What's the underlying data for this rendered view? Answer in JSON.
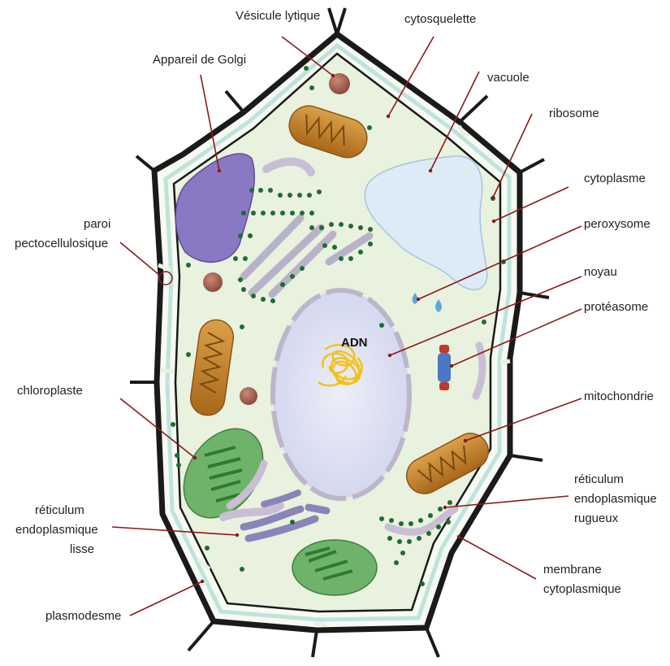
{
  "labels": {
    "vesicule": "Vésicule lytique",
    "cytosquelette": "cytosquelette",
    "golgi": "Appareil de Golgi",
    "vacuole": "vacuole",
    "ribosome": "ribosome",
    "cytoplasme": "cytoplasme",
    "paroi_1": "paroi",
    "paroi_2": "pectocellulosique",
    "peroxysome": "peroxysome",
    "noyau": "noyau",
    "proteasome": "protéasome",
    "adn": "ADN",
    "chloroplaste": "chloroplaste",
    "mitochondrie": "mitochondrie",
    "rel_1": "réticulum",
    "rel_2": "endoplasmique",
    "rel_3": "lisse",
    "rer_1": "réticulum",
    "rer_2": "endoplasmique",
    "rer_3": "rugueux",
    "membrane_1": "membrane",
    "membrane_2": "cytoplasmique",
    "plasmodesme": "plasmodesme"
  },
  "colors": {
    "cytoplasm": "#e9f1df",
    "wall": "#1a1a1a",
    "wall_inner": "#bfe3dc",
    "leader": "#8b1a1a",
    "golgi": "#8a78c4",
    "mitochondria": "#c98a2e",
    "vacuole": "#dcebf6",
    "nucleus": "#dfe0f2",
    "chloroplast": "#6fb36b",
    "ribosome": "#1f6b33",
    "dna": "#f2c21a",
    "er": "#c9bfd4"
  }
}
